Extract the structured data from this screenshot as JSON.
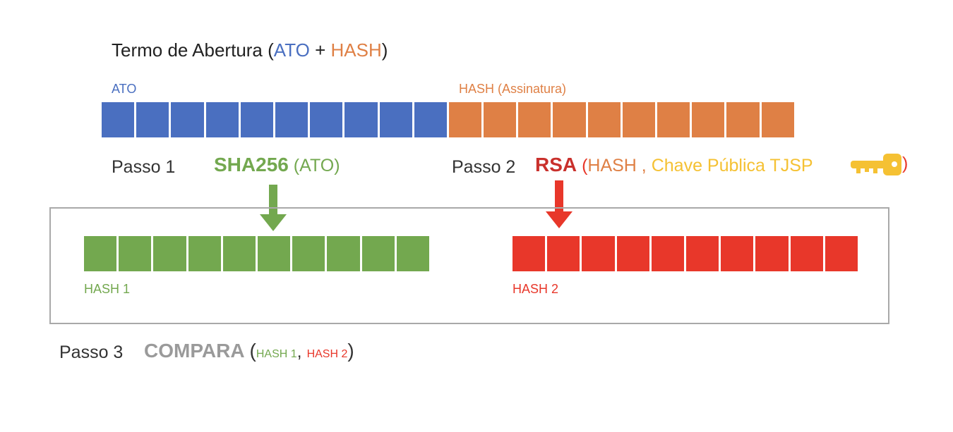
{
  "title": {
    "text": "Termo de Abertura (",
    "ato": "ATO",
    "plus": " + ",
    "hash": "HASH",
    "close": ")"
  },
  "top_strip": {
    "ato_label": "ATO",
    "hash_label": "HASH (Assinatura)",
    "ato_cells": 10,
    "hash_cells": 10
  },
  "step1": {
    "label": "Passo 1",
    "func": "SHA256",
    "arg": "(ATO)"
  },
  "step2": {
    "label": "Passo 2",
    "func": "RSA",
    "open": "(",
    "arg1": "HASH ,",
    "arg2": "Chave Pública TJSP",
    "close": ")"
  },
  "hash1": {
    "label": "HASH 1",
    "cells": 10
  },
  "hash2": {
    "label": "HASH 2",
    "cells": 10
  },
  "step3": {
    "label": "Passo 3",
    "func": "COMPARA",
    "open": "(",
    "arg1": "HASH 1",
    "comma": ",",
    "arg2": "HASH 2",
    "close": ")"
  },
  "colors": {
    "ato_blue": "#4a6fc0",
    "hash_orange": "#df8045",
    "sha_green": "#73a84f",
    "rsa_red": "#e8372a",
    "key_gold": "#f5c133",
    "compare_gray": "#9a9a9a"
  },
  "icons": {
    "arrow": "down-arrow-icon",
    "key": "key-icon"
  }
}
